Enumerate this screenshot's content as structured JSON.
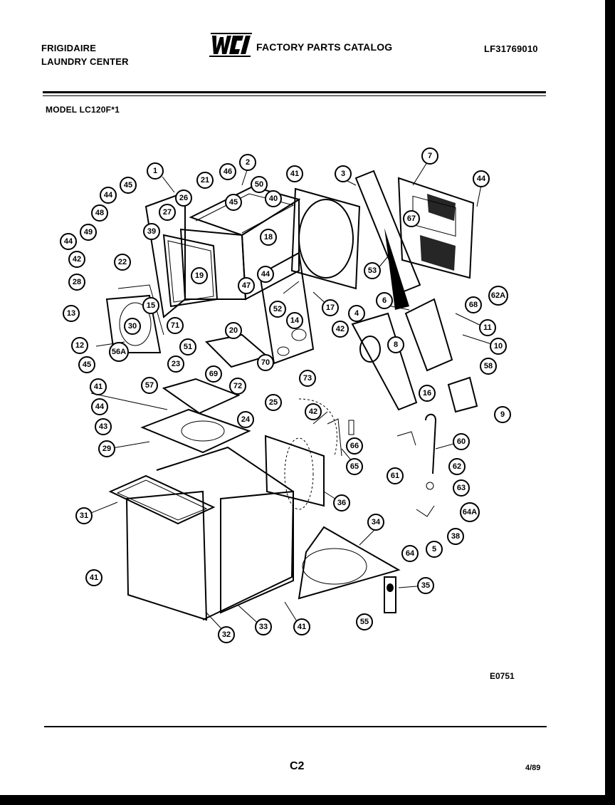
{
  "header": {
    "brand_line1": "FRIGIDAIRE",
    "brand_line2": "LAUNDRY CENTER",
    "logo_text": "WCI",
    "catalog_title": "FACTORY PARTS CATALOG",
    "part_number": "LF31769010",
    "model": "MODEL LC120F*1"
  },
  "footer": {
    "diagram_code": "E0751",
    "page": "C2",
    "date": "4/89"
  },
  "callouts": [
    {
      "label": "1"
    },
    {
      "label": "2"
    },
    {
      "label": "3"
    },
    {
      "label": "7"
    },
    {
      "label": "44"
    },
    {
      "label": "45"
    },
    {
      "label": "44"
    },
    {
      "label": "26"
    },
    {
      "label": "21"
    },
    {
      "label": "46"
    },
    {
      "label": "50"
    },
    {
      "label": "40"
    },
    {
      "label": "41"
    },
    {
      "label": "48"
    },
    {
      "label": "45"
    },
    {
      "label": "27"
    },
    {
      "label": "49"
    },
    {
      "label": "39"
    },
    {
      "label": "18"
    },
    {
      "label": "67"
    },
    {
      "label": "44"
    },
    {
      "label": "53"
    },
    {
      "label": "42"
    },
    {
      "label": "22"
    },
    {
      "label": "19"
    },
    {
      "label": "44"
    },
    {
      "label": "28"
    },
    {
      "label": "47"
    },
    {
      "label": "62A"
    },
    {
      "label": "15"
    },
    {
      "label": "52"
    },
    {
      "label": "17"
    },
    {
      "label": "6"
    },
    {
      "label": "68"
    },
    {
      "label": "13"
    },
    {
      "label": "30"
    },
    {
      "label": "71"
    },
    {
      "label": "20"
    },
    {
      "label": "14"
    },
    {
      "label": "4"
    },
    {
      "label": "11"
    },
    {
      "label": "42"
    },
    {
      "label": "12"
    },
    {
      "label": "51"
    },
    {
      "label": "8"
    },
    {
      "label": "10"
    },
    {
      "label": "56A"
    },
    {
      "label": "70"
    },
    {
      "label": "73"
    },
    {
      "label": "45"
    },
    {
      "label": "23"
    },
    {
      "label": "69"
    },
    {
      "label": "58"
    },
    {
      "label": "57"
    },
    {
      "label": "72"
    },
    {
      "label": "16"
    },
    {
      "label": "41"
    },
    {
      "label": "25"
    },
    {
      "label": "9"
    },
    {
      "label": "44"
    },
    {
      "label": "24"
    },
    {
      "label": "42"
    },
    {
      "label": "43"
    },
    {
      "label": "29"
    },
    {
      "label": "60"
    },
    {
      "label": "65"
    },
    {
      "label": "66"
    },
    {
      "label": "61"
    },
    {
      "label": "62"
    },
    {
      "label": "63"
    },
    {
      "label": "36"
    },
    {
      "label": "31"
    },
    {
      "label": "34"
    },
    {
      "label": "64A"
    },
    {
      "label": "38"
    },
    {
      "label": "64"
    },
    {
      "label": "5"
    },
    {
      "label": "41"
    },
    {
      "label": "35"
    },
    {
      "label": "32"
    },
    {
      "label": "33"
    },
    {
      "label": "41"
    },
    {
      "label": "55"
    }
  ]
}
